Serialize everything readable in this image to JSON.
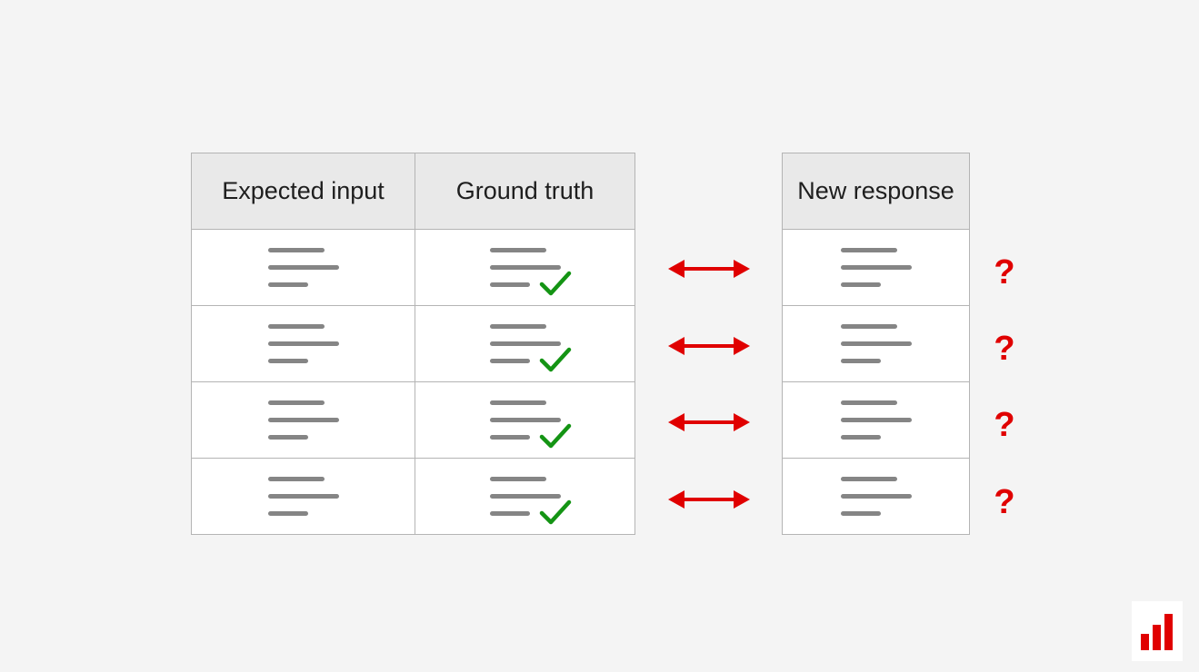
{
  "colors": {
    "background": "#f4f4f4",
    "header_fill": "#e9e9e9",
    "border": "#b4b4b4",
    "text_lines": "#858585",
    "check": "#149414",
    "arrow": "#e00000",
    "question": "#e00000",
    "logo": "#e00000"
  },
  "left_table": {
    "headers": [
      "Expected input",
      "Ground truth"
    ],
    "rows": [
      {
        "input": "text-lines-icon",
        "truth": "text-lines-icon",
        "truth_mark": "check-icon"
      },
      {
        "input": "text-lines-icon",
        "truth": "text-lines-icon",
        "truth_mark": "check-icon"
      },
      {
        "input": "text-lines-icon",
        "truth": "text-lines-icon",
        "truth_mark": "check-icon"
      },
      {
        "input": "text-lines-icon",
        "truth": "text-lines-icon",
        "truth_mark": "check-icon"
      }
    ]
  },
  "right_table": {
    "header": "New response",
    "rows": [
      "text-lines-icon",
      "text-lines-icon",
      "text-lines-icon",
      "text-lines-icon"
    ]
  },
  "comparison": {
    "arrow_icon": "double-headed-arrow-icon",
    "marks": [
      "?",
      "?",
      "?",
      "?"
    ]
  },
  "logo_icon": "bar-chart-logo-icon"
}
